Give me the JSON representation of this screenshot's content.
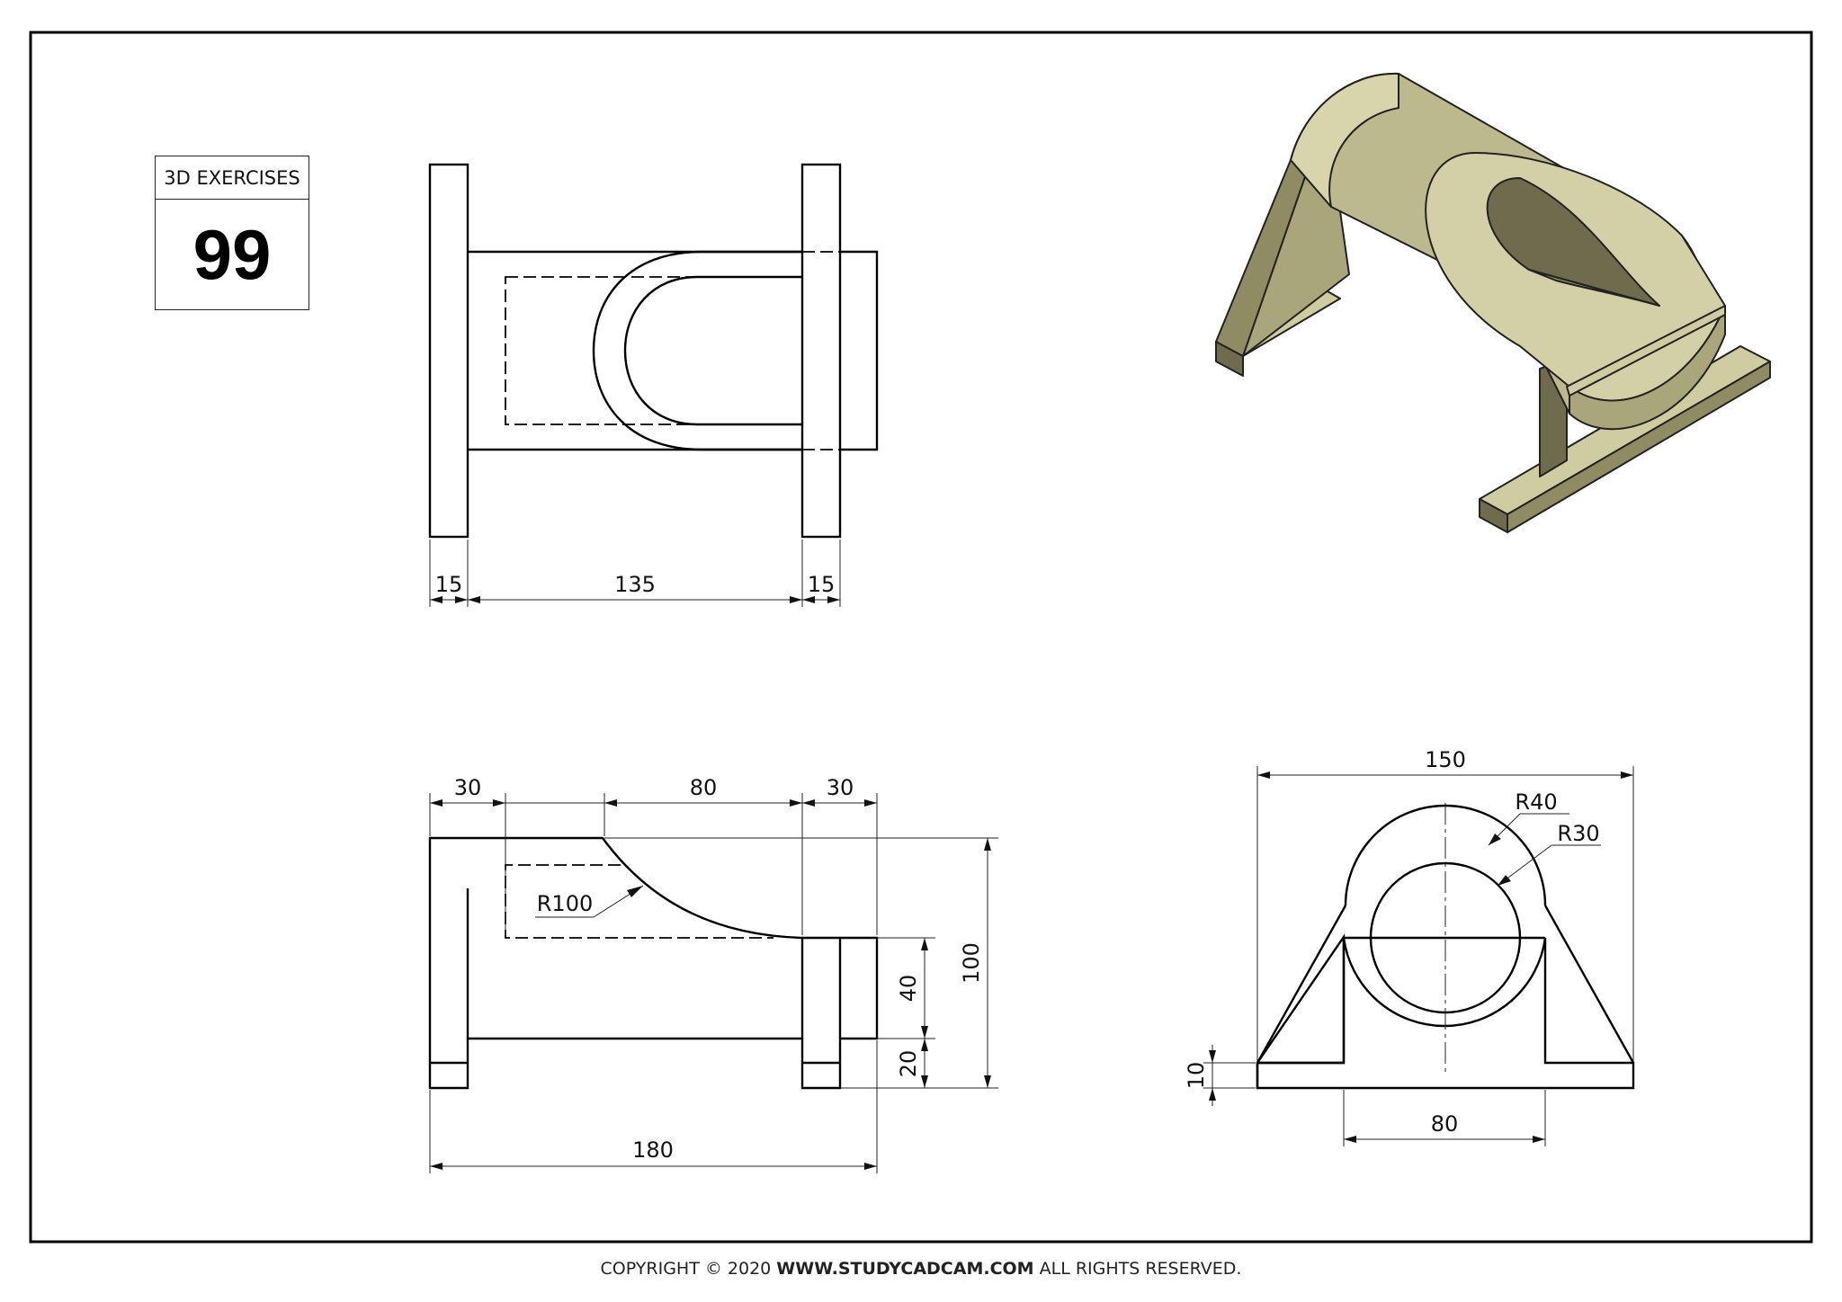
{
  "title_block": {
    "label": "3D EXERCISES",
    "number": "99"
  },
  "dimensions": {
    "top": {
      "left_plate": "15",
      "middle": "135",
      "right_plate": "15"
    },
    "front": {
      "left_top": "30",
      "mid_top": "80",
      "right_top": "30",
      "radius": "R100",
      "height_40": "40",
      "height_20": "20",
      "height_total": "100",
      "width_total": "180"
    },
    "side": {
      "width_total": "150",
      "outer_radius": "R40",
      "inner_radius": "R30",
      "base_thickness": "10",
      "inner_width": "80"
    }
  },
  "footer": {
    "prefix": "COPYRIGHT © 2020 ",
    "site": "WWW.STUDYCADCAM.COM",
    "suffix": " ALL RIGHTS RESERVED."
  },
  "colors": {
    "line": "#000000",
    "model_light": "#cfcca2",
    "model_mid": "#a9a67b",
    "model_dark": "#6e6c4c"
  }
}
